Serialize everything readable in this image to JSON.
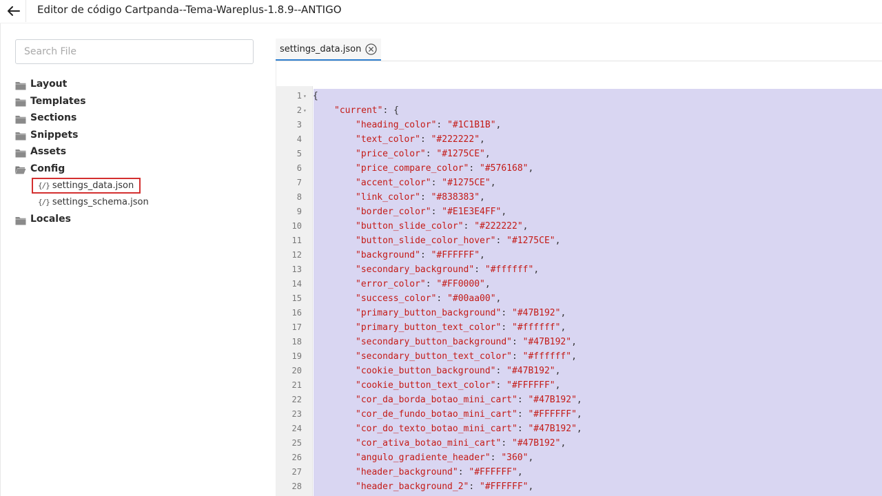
{
  "header": {
    "title": "Editor de código Cartpanda--Tema-Wareplus-1.8.9--ANTIGO"
  },
  "search": {
    "placeholder": "Search File",
    "value": ""
  },
  "tree": {
    "folders": [
      {
        "label": "Layout"
      },
      {
        "label": "Templates"
      },
      {
        "label": "Sections"
      },
      {
        "label": "Snippets"
      },
      {
        "label": "Assets"
      },
      {
        "label": "Config",
        "files": [
          {
            "label": "settings_data.json",
            "active": true
          },
          {
            "label": "settings_schema.json",
            "active": false
          }
        ]
      },
      {
        "label": "Locales"
      }
    ],
    "file_icon": "{/}"
  },
  "tabs": [
    {
      "label": "settings_data.json"
    }
  ],
  "editor": {
    "lines": [
      {
        "n": "1",
        "indent": 0,
        "text": "{",
        "fold": true
      },
      {
        "n": "2",
        "indent": 1,
        "key": "current",
        "open": "{",
        "fold": true
      },
      {
        "n": "3",
        "indent": 2,
        "key": "heading_color",
        "value": "#1C1B1B"
      },
      {
        "n": "4",
        "indent": 2,
        "key": "text_color",
        "value": "#222222"
      },
      {
        "n": "5",
        "indent": 2,
        "key": "price_color",
        "value": "#1275CE"
      },
      {
        "n": "6",
        "indent": 2,
        "key": "price_compare_color",
        "value": "#576168"
      },
      {
        "n": "7",
        "indent": 2,
        "key": "accent_color",
        "value": "#1275CE"
      },
      {
        "n": "8",
        "indent": 2,
        "key": "link_color",
        "value": "#838383"
      },
      {
        "n": "9",
        "indent": 2,
        "key": "border_color",
        "value": "#E1E3E4FF"
      },
      {
        "n": "10",
        "indent": 2,
        "key": "button_slide_color",
        "value": "#222222"
      },
      {
        "n": "11",
        "indent": 2,
        "key": "button_slide_color_hover",
        "value": "#1275CE"
      },
      {
        "n": "12",
        "indent": 2,
        "key": "background",
        "value": "#FFFFFF"
      },
      {
        "n": "13",
        "indent": 2,
        "key": "secondary_background",
        "value": "#ffffff"
      },
      {
        "n": "14",
        "indent": 2,
        "key": "error_color",
        "value": "#FF0000"
      },
      {
        "n": "15",
        "indent": 2,
        "key": "success_color",
        "value": "#00aa00"
      },
      {
        "n": "16",
        "indent": 2,
        "key": "primary_button_background",
        "value": "#47B192"
      },
      {
        "n": "17",
        "indent": 2,
        "key": "primary_button_text_color",
        "value": "#ffffff"
      },
      {
        "n": "18",
        "indent": 2,
        "key": "secondary_button_background",
        "value": "#47B192"
      },
      {
        "n": "19",
        "indent": 2,
        "key": "secondary_button_text_color",
        "value": "#ffffff"
      },
      {
        "n": "20",
        "indent": 2,
        "key": "cookie_button_background",
        "value": "#47B192"
      },
      {
        "n": "21",
        "indent": 2,
        "key": "cookie_button_text_color",
        "value": "#FFFFFF"
      },
      {
        "n": "22",
        "indent": 2,
        "key": "cor_da_borda_botao_mini_cart",
        "value": "#47B192"
      },
      {
        "n": "23",
        "indent": 2,
        "key": "cor_de_fundo_botao_mini_cart",
        "value": "#FFFFFF"
      },
      {
        "n": "24",
        "indent": 2,
        "key": "cor_do_texto_botao_mini_cart",
        "value": "#47B192"
      },
      {
        "n": "25",
        "indent": 2,
        "key": "cor_ativa_botao_mini_cart",
        "value": "#47B192"
      },
      {
        "n": "26",
        "indent": 2,
        "key": "angulo_gradiente_header",
        "value": "360"
      },
      {
        "n": "27",
        "indent": 2,
        "key": "header_background",
        "value": "#FFFFFF"
      },
      {
        "n": "28",
        "indent": 2,
        "key": "header_background_2",
        "value": "#FFFFFF"
      }
    ]
  },
  "colors": {
    "selection": "#d9d6f2",
    "string": "#c41a16",
    "tab_accent": "#2f80d1",
    "active_file_border": "#d32f2f"
  }
}
